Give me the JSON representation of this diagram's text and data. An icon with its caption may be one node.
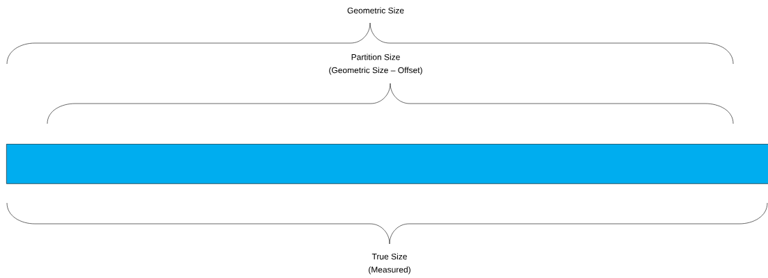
{
  "diagram": {
    "nodes": [
      {
        "text": [],
        "shape": "bar"
      }
    ],
    "edges": [],
    "labels": [
      "Geometric Size",
      "Partition Size",
      "(Geometric Size – Offset)",
      "True Size",
      "(Measured)"
    ]
  }
}
